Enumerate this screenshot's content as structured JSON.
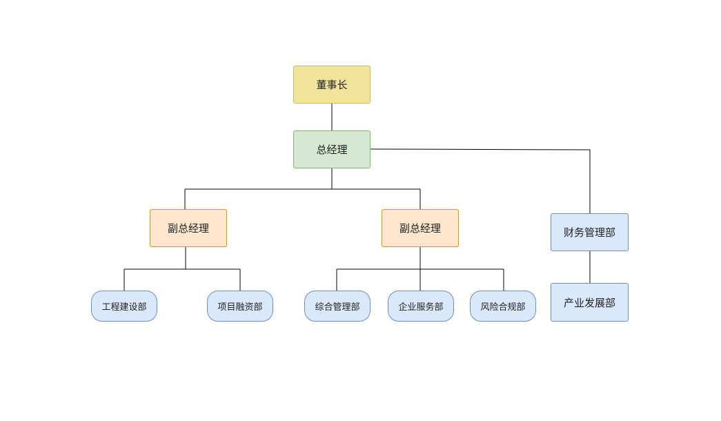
{
  "org": {
    "chairman": "董事长",
    "general_manager": "总经理",
    "deputy_left": "副总经理",
    "deputy_right": "副总经理",
    "finance": "财务管理部",
    "industry": "产业发展部",
    "dept_engineering": "工程建设部",
    "dept_investment": "项目融资部",
    "dept_admin": "综合管理部",
    "dept_service": "企业服务部",
    "dept_risk": "风险合规部"
  },
  "colors": {
    "chairman_fill": "#f2e59b",
    "manager_fill": "#d5e8d4",
    "deputy_fill": "#ffe6cc",
    "dept_fill": "#dae8fc",
    "line": "#000000"
  }
}
